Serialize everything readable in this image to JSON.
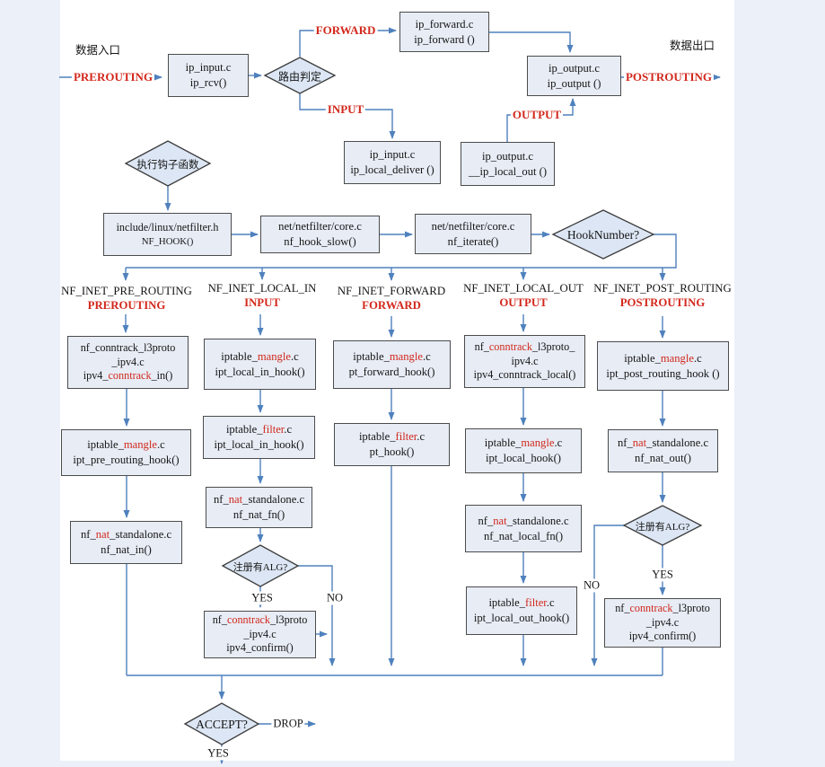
{
  "colors": {
    "line_blue": "#4f81bd",
    "accent_red": "#d2281c",
    "box_fill": "#e7ecf5",
    "diamond_fill": "#dce6f4",
    "page_bg": "#ffffff",
    "outer_bg": "#ecf0f9"
  },
  "labels": {
    "entry": "数据入口",
    "exit": "数据出口",
    "prerouting": "PREROUTING",
    "forward": "FORWARD",
    "input": "INPUT",
    "output": "OUTPUT",
    "postrouting": "POSTROUTING",
    "drop": "DROP",
    "yes": "YES",
    "no": "NO"
  },
  "diamonds": {
    "route": "路由判定",
    "exec_hook": "执行钩子函数",
    "hook_number": "HookNumber?",
    "alg": "注册有ALG?",
    "accept": "ACCEPT?"
  },
  "nodes": {
    "ip_input": {
      "l1": "ip_input.c",
      "l2": "ip_rcv()"
    },
    "ip_forward": {
      "l1": "ip_forward.c",
      "l2": "ip_forward ()"
    },
    "ip_output": {
      "l1": "ip_output.c",
      "l2": "ip_output ()"
    },
    "ip_local_deliver": {
      "l1": "ip_input.c",
      "l2": "ip_local_deliver ()"
    },
    "ip_local_out": {
      "l1": "ip_output.c",
      "l2": "__ip_local_out ()"
    },
    "nf_hook": {
      "l1": "include/linux/netfilter.h",
      "l2": "NF_HOOK()"
    },
    "nf_hook_slow": {
      "l1": "net/netfilter/core.c",
      "l2": "nf_hook_slow()"
    },
    "nf_iterate": {
      "l1": "net/netfilter/core.c",
      "l2": "nf_iterate()"
    }
  },
  "cols": {
    "c1": {
      "hook": "NF_INET_PRE_ROUTING",
      "chain": "PREROUTING",
      "b1": {
        "l1": "nf_conntrack_l3proto",
        "l2": "_ipv4.c",
        "l3a": "ipv4_",
        "l3b": "conntrack",
        "l3c": "_in()"
      },
      "b2": {
        "l1a": "iptable_",
        "l1b": "mangle",
        "l1c": ".c",
        "l2": "ipt_pre_routing_hook()"
      },
      "b3": {
        "l1a": "nf_",
        "l1b": "nat",
        "l1c": "_standalone.c",
        "l2": "nf_nat_in()"
      }
    },
    "c2": {
      "hook": "NF_INET_LOCAL_IN",
      "chain": "INPUT",
      "b1": {
        "l1a": "iptable_",
        "l1b": "mangle",
        "l1c": ".c",
        "l2": "ipt_local_in_hook()"
      },
      "b2": {
        "l1a": "iptable_",
        "l1b": "filter",
        "l1c": ".c",
        "l2": "ipt_local_in_hook()"
      },
      "b3": {
        "l1a": "nf_",
        "l1b": "nat",
        "l1c": "_standalone.c",
        "l2": "nf_nat_fn()"
      },
      "b4": {
        "l1a": "nf_",
        "l1b": "conntrack",
        "l1c": "_l3proto",
        "l2": "_ipv4.c",
        "l3": "ipv4_confirm()"
      }
    },
    "c3": {
      "hook": "NF_INET_FORWARD",
      "chain": "FORWARD",
      "b1": {
        "l1a": "iptable_",
        "l1b": "mangle",
        "l1c": ".c",
        "l2": "pt_forward_hook()"
      },
      "b2": {
        "l1a": "iptable_",
        "l1b": "filter",
        "l1c": ".c",
        "l2": "pt_hook()"
      }
    },
    "c4": {
      "hook": "NF_INET_LOCAL_OUT",
      "chain": "OUTPUT",
      "b1": {
        "l1a": "nf_",
        "l1b": "conntrack",
        "l1c": "_l3proto_",
        "l2": "ipv4.c",
        "l3": "ipv4_conntrack_local()"
      },
      "b2": {
        "l1a": "iptable_",
        "l1b": "mangle",
        "l1c": ".c",
        "l2": "ipt_local_hook()"
      },
      "b3": {
        "l1a": "nf_",
        "l1b": "nat",
        "l1c": "_standalone.c",
        "l2": "nf_nat_local_fn()"
      },
      "b4": {
        "l1a": "iptable_",
        "l1b": "filter",
        "l1c": ".c",
        "l2": "ipt_local_out_hook()"
      }
    },
    "c5": {
      "hook": "NF_INET_POST_ROUTING",
      "chain": "POSTROUTING",
      "b1": {
        "l1a": "iptable_",
        "l1b": "mangle",
        "l1c": ".c",
        "l2": "ipt_post_routing_hook ()"
      },
      "b2": {
        "l1a": "nf_",
        "l1b": "nat",
        "l1c": "_standalone.c",
        "l2": "nf_nat_out()"
      },
      "b3": {
        "l1a": "nf_",
        "l1b": "conntrack",
        "l1c": "_l3proto",
        "l2": "_ipv4.c",
        "l3": "ipv4_confirm()"
      }
    }
  }
}
